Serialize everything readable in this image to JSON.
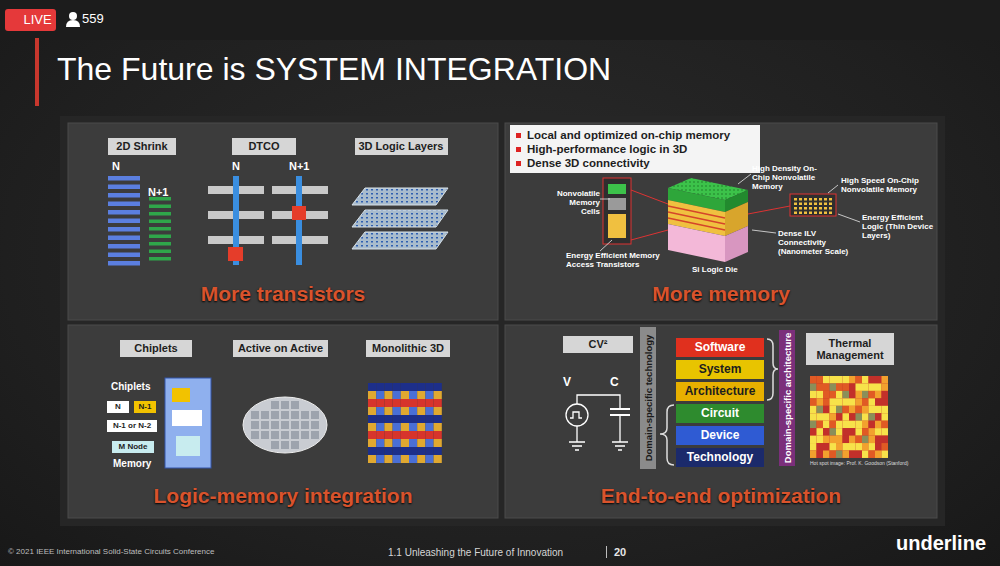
{
  "diagram": {
    "title": "The Future is SYSTEM INTEGRATION",
    "nodes": [
      {
        "text": [
          "LIVE"
        ]
      },
      {
        "text": [
          "More transistors"
        ]
      },
      {
        "text": [
          "2D Shrink"
        ],
        "in": 1
      },
      {
        "text": [
          "DTCO"
        ],
        "in": 1
      },
      {
        "text": [
          "3D Logic Layers"
        ],
        "in": 1
      },
      {
        "text": [
          "More memory"
        ]
      },
      {
        "text": [
          "Local and optimized on-chip memory",
          "High-performance logic in 3D",
          "Dense 3D connectivity"
        ],
        "in": 5
      },
      {
        "text": [
          "Logic-memory integration"
        ]
      },
      {
        "text": [
          "Chiplets"
        ],
        "in": 7
      },
      {
        "text": [
          "Active on Active"
        ],
        "in": 7
      },
      {
        "text": [
          "Monolithic 3D"
        ],
        "in": 7
      },
      {
        "text": [
          "N"
        ],
        "in": 7
      },
      {
        "text": [
          "N-1"
        ],
        "in": 7
      },
      {
        "text": [
          "N-1 or N-2"
        ],
        "in": 7
      },
      {
        "text": [
          "M Node"
        ],
        "in": 7
      },
      {
        "text": [
          "End-to-end optimization"
        ]
      },
      {
        "text": [
          "CV²"
        ],
        "in": 15
      },
      {
        "text": [
          "Domain-specific technology"
        ],
        "in": 15
      },
      {
        "text": [
          "Software"
        ],
        "in": 15
      },
      {
        "text": [
          "System"
        ],
        "in": 15
      },
      {
        "text": [
          "Architecture"
        ],
        "in": 15
      },
      {
        "text": [
          "Circuit"
        ],
        "in": 15
      },
      {
        "text": [
          "Device"
        ],
        "in": 15
      },
      {
        "text": [
          "Technology"
        ],
        "in": 15
      },
      {
        "text": [
          "Domain-specific architecture"
        ],
        "in": 15
      },
      {
        "text": [
          "Thermal Management"
        ],
        "in": 15
      }
    ],
    "labels": [
      "559",
      "N",
      "N+1",
      "N",
      "N+1",
      "High Density On-Chip Nonvolatile Memory",
      "High Speed On-Chip Nonvolatile Memory",
      "Nonvolatile Memory Cells",
      "Energy Efficient Logic (Thin Device Layers)",
      "Energy Efficient Memory Access Transistors",
      "Dense ILV Connectivity (Nanometer Scale)",
      "Si Logic Die",
      "Chiplets",
      "Memory",
      "V",
      "C",
      "Hot spot image: Prof. K. Goodson (Stanford)",
      "© 2021 IEEE International Solid-State Circuits Conference",
      "1.1 Unleashing the Future of Innovation",
      "20",
      "underline"
    ]
  }
}
